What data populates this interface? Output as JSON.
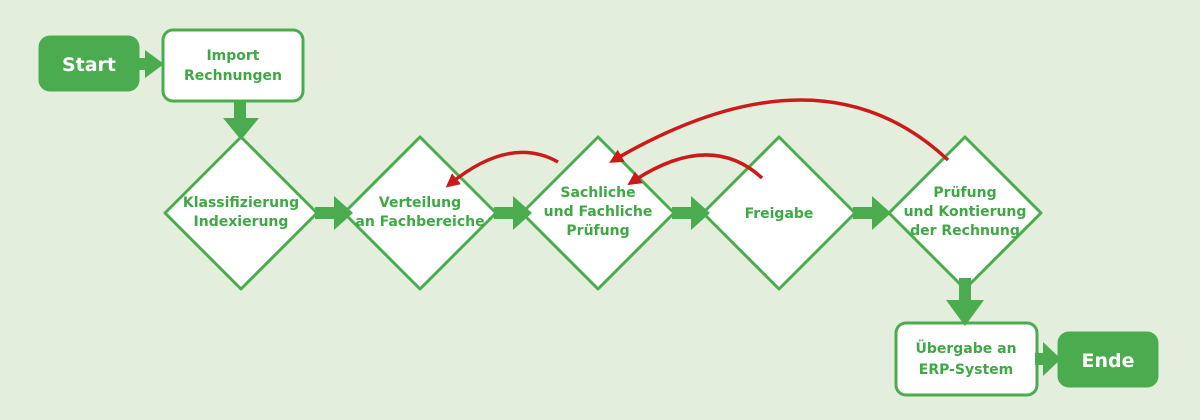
{
  "colors": {
    "background": "#e3efdc",
    "green": "#4aac4e",
    "red": "#cc1a1a"
  },
  "nodes": {
    "start": "Start",
    "import": [
      "Import",
      "Rechnungen"
    ],
    "klass": [
      "Klassifizierung",
      "Indexierung"
    ],
    "verteilung": [
      "Verteilung",
      "an Fachbereiche"
    ],
    "pruefung": [
      "Sachliche",
      "und Fachliche",
      "Prüfung"
    ],
    "freigabe": "Freigabe",
    "kontierung": [
      "Prüfung",
      "und Kontierung",
      "der Rechnung"
    ],
    "uebergabe": [
      "Übergabe an",
      "ERP-System"
    ],
    "ende": "Ende"
  }
}
